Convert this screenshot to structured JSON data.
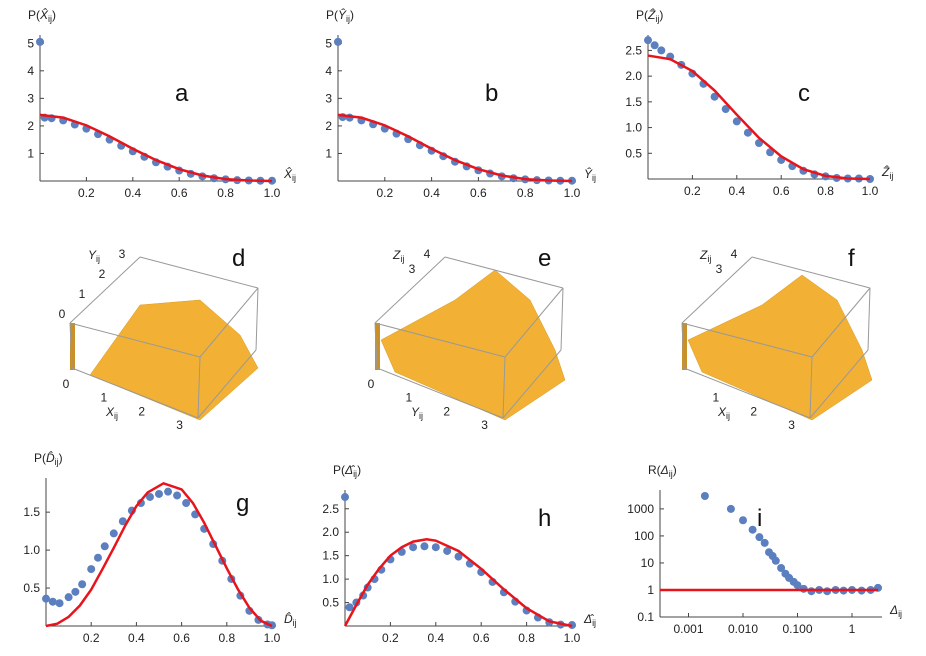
{
  "panels": [
    {
      "letter": "a"
    },
    {
      "letter": "b"
    },
    {
      "letter": "c"
    },
    {
      "letter": "d"
    },
    {
      "letter": "e"
    },
    {
      "letter": "f"
    },
    {
      "letter": "g"
    },
    {
      "letter": "h"
    },
    {
      "letter": "i"
    }
  ],
  "colors": {
    "points": "#5b7fbf",
    "fit": "#e8141c",
    "bars": "#f2b134",
    "axis": "#444"
  },
  "chart_data": [
    {
      "id": "a",
      "type": "scatter",
      "ylabel": {
        "pre": "P(",
        "sym": "X̂",
        "sub": "ij",
        "post": ")"
      },
      "xlabel": {
        "sym": "X̂",
        "sub": "ij"
      },
      "xlim": [
        0,
        1
      ],
      "ylim": [
        0,
        5.3
      ],
      "xticks": [
        "0.2",
        "0.4",
        "0.6",
        "0.8",
        "1.0"
      ],
      "yticks": [
        "1",
        "2",
        "3",
        "4",
        "5"
      ],
      "points": [
        [
          0,
          5.05
        ],
        [
          0.02,
          2.3
        ],
        [
          0.05,
          2.28
        ],
        [
          0.1,
          2.2
        ],
        [
          0.15,
          2.05
        ],
        [
          0.2,
          1.9
        ],
        [
          0.25,
          1.7
        ],
        [
          0.3,
          1.5
        ],
        [
          0.35,
          1.28
        ],
        [
          0.4,
          1.08
        ],
        [
          0.45,
          0.88
        ],
        [
          0.5,
          0.68
        ],
        [
          0.55,
          0.52
        ],
        [
          0.6,
          0.38
        ],
        [
          0.65,
          0.26
        ],
        [
          0.7,
          0.17
        ],
        [
          0.75,
          0.1
        ],
        [
          0.8,
          0.06
        ],
        [
          0.85,
          0.03
        ],
        [
          0.9,
          0.02
        ],
        [
          0.95,
          0.01
        ],
        [
          1.0,
          0.01
        ]
      ],
      "fit": [
        [
          0,
          2.4
        ],
        [
          0.1,
          2.3
        ],
        [
          0.2,
          2.02
        ],
        [
          0.3,
          1.62
        ],
        [
          0.4,
          1.17
        ],
        [
          0.5,
          0.76
        ],
        [
          0.6,
          0.43
        ],
        [
          0.7,
          0.2
        ],
        [
          0.8,
          0.07
        ],
        [
          0.9,
          0.02
        ],
        [
          1.0,
          0
        ]
      ]
    },
    {
      "id": "b",
      "type": "scatter",
      "ylabel": {
        "pre": "P(",
        "sym": "Ŷ",
        "sub": "ij",
        "post": ")"
      },
      "xlabel": {
        "sym": "Ŷ",
        "sub": "ij"
      },
      "xlim": [
        0,
        1
      ],
      "ylim": [
        0,
        5.3
      ],
      "xticks": [
        "0.2",
        "0.4",
        "0.6",
        "0.8",
        "1.0"
      ],
      "yticks": [
        "1",
        "2",
        "3",
        "4",
        "5"
      ],
      "points": [
        [
          0,
          5.05
        ],
        [
          0.02,
          2.32
        ],
        [
          0.05,
          2.3
        ],
        [
          0.1,
          2.2
        ],
        [
          0.15,
          2.06
        ],
        [
          0.2,
          1.9
        ],
        [
          0.25,
          1.72
        ],
        [
          0.3,
          1.52
        ],
        [
          0.35,
          1.3
        ],
        [
          0.4,
          1.1
        ],
        [
          0.45,
          0.9
        ],
        [
          0.5,
          0.7
        ],
        [
          0.55,
          0.53
        ],
        [
          0.6,
          0.39
        ],
        [
          0.65,
          0.27
        ],
        [
          0.7,
          0.17
        ],
        [
          0.75,
          0.1
        ],
        [
          0.8,
          0.06
        ],
        [
          0.85,
          0.03
        ],
        [
          0.9,
          0.02
        ],
        [
          0.95,
          0.01
        ],
        [
          1.0,
          0.01
        ]
      ],
      "fit": [
        [
          0,
          2.4
        ],
        [
          0.1,
          2.3
        ],
        [
          0.2,
          2.02
        ],
        [
          0.3,
          1.62
        ],
        [
          0.4,
          1.17
        ],
        [
          0.5,
          0.76
        ],
        [
          0.6,
          0.43
        ],
        [
          0.7,
          0.2
        ],
        [
          0.8,
          0.07
        ],
        [
          0.9,
          0.02
        ],
        [
          1.0,
          0
        ]
      ]
    },
    {
      "id": "c",
      "type": "scatter",
      "ylabel": {
        "pre": "P(",
        "sym": "Ẑ",
        "sub": "ij",
        "post": ")"
      },
      "xlabel": {
        "sym": "Ẑ",
        "sub": "ij"
      },
      "xlim": [
        0,
        1
      ],
      "ylim": [
        0,
        2.8
      ],
      "xticks": [
        "0.2",
        "0.4",
        "0.6",
        "0.8",
        "1.0"
      ],
      "yticks": [
        "0.5",
        "1.0",
        "1.5",
        "2.0",
        "2.5"
      ],
      "points": [
        [
          0,
          2.7
        ],
        [
          0.03,
          2.6
        ],
        [
          0.06,
          2.5
        ],
        [
          0.1,
          2.38
        ],
        [
          0.15,
          2.22
        ],
        [
          0.2,
          2.05
        ],
        [
          0.25,
          1.85
        ],
        [
          0.3,
          1.6
        ],
        [
          0.35,
          1.36
        ],
        [
          0.4,
          1.12
        ],
        [
          0.45,
          0.9
        ],
        [
          0.5,
          0.7
        ],
        [
          0.55,
          0.52
        ],
        [
          0.6,
          0.37
        ],
        [
          0.65,
          0.25
        ],
        [
          0.7,
          0.16
        ],
        [
          0.75,
          0.09
        ],
        [
          0.8,
          0.05
        ],
        [
          0.85,
          0.02
        ],
        [
          0.9,
          0.01
        ],
        [
          0.95,
          0.01
        ],
        [
          1.0,
          0
        ]
      ],
      "fit": [
        [
          0,
          2.4
        ],
        [
          0.1,
          2.33
        ],
        [
          0.2,
          2.1
        ],
        [
          0.3,
          1.72
        ],
        [
          0.4,
          1.25
        ],
        [
          0.5,
          0.8
        ],
        [
          0.6,
          0.44
        ],
        [
          0.7,
          0.19
        ],
        [
          0.8,
          0.06
        ],
        [
          0.9,
          0.01
        ],
        [
          1.0,
          0
        ]
      ]
    },
    {
      "id": "d",
      "type": "bar3d",
      "axes": [
        {
          "sym": "Y",
          "sub": "ij",
          "ticks": [
            "0",
            "1",
            "2",
            "3"
          ]
        },
        {
          "sym": "X",
          "sub": "ij",
          "ticks": [
            "0",
            "1",
            "2",
            "3"
          ]
        }
      ]
    },
    {
      "id": "e",
      "type": "bar3d",
      "axes": [
        {
          "sym": "Z",
          "sub": "ij",
          "ticks": [
            "3",
            "4"
          ]
        },
        {
          "sym": "Y",
          "sub": "ij",
          "ticks": [
            "0",
            "1",
            "2",
            "3"
          ]
        }
      ]
    },
    {
      "id": "f",
      "type": "bar3d",
      "axes": [
        {
          "sym": "Z",
          "sub": "ij",
          "ticks": [
            "3",
            "4"
          ]
        },
        {
          "sym": "X",
          "sub": "ij",
          "ticks": [
            "1",
            "2",
            "3"
          ]
        }
      ]
    },
    {
      "id": "g",
      "type": "scatter",
      "ylabel": {
        "pre": "P(",
        "sym": "D̂",
        "sub": "ij",
        "post": ")"
      },
      "xlabel": {
        "sym": "D̂",
        "sub": "ij"
      },
      "xlim": [
        0,
        1
      ],
      "ylim": [
        0,
        1.95
      ],
      "xticks": [
        "0.2",
        "0.4",
        "0.6",
        "0.8",
        "1.0"
      ],
      "yticks": [
        "0.5",
        "1.0",
        "1.5"
      ],
      "points": [
        [
          0,
          0.36
        ],
        [
          0.03,
          0.32
        ],
        [
          0.06,
          0.3
        ],
        [
          0.1,
          0.38
        ],
        [
          0.13,
          0.45
        ],
        [
          0.16,
          0.55
        ],
        [
          0.2,
          0.75
        ],
        [
          0.23,
          0.9
        ],
        [
          0.26,
          1.05
        ],
        [
          0.3,
          1.22
        ],
        [
          0.34,
          1.38
        ],
        [
          0.38,
          1.52
        ],
        [
          0.42,
          1.62
        ],
        [
          0.46,
          1.7
        ],
        [
          0.5,
          1.74
        ],
        [
          0.54,
          1.77
        ],
        [
          0.58,
          1.72
        ],
        [
          0.62,
          1.62
        ],
        [
          0.66,
          1.47
        ],
        [
          0.7,
          1.28
        ],
        [
          0.74,
          1.08
        ],
        [
          0.78,
          0.86
        ],
        [
          0.82,
          0.62
        ],
        [
          0.86,
          0.4
        ],
        [
          0.9,
          0.2
        ],
        [
          0.94,
          0.08
        ],
        [
          0.98,
          0.02
        ],
        [
          1.0,
          0.01
        ]
      ],
      "fit": [
        [
          0,
          0
        ],
        [
          0.05,
          0.03
        ],
        [
          0.1,
          0.12
        ],
        [
          0.15,
          0.27
        ],
        [
          0.2,
          0.48
        ],
        [
          0.25,
          0.75
        ],
        [
          0.3,
          1.03
        ],
        [
          0.35,
          1.32
        ],
        [
          0.4,
          1.58
        ],
        [
          0.45,
          1.76
        ],
        [
          0.52,
          1.88
        ],
        [
          0.6,
          1.8
        ],
        [
          0.65,
          1.62
        ],
        [
          0.7,
          1.36
        ],
        [
          0.75,
          1.06
        ],
        [
          0.8,
          0.76
        ],
        [
          0.85,
          0.48
        ],
        [
          0.9,
          0.24
        ],
        [
          0.95,
          0.07
        ],
        [
          1.0,
          0
        ]
      ]
    },
    {
      "id": "h",
      "type": "scatter",
      "ylabel": {
        "pre": "P(",
        "sym": "Δ̂",
        "sub": "ij",
        "post": ")"
      },
      "xlabel": {
        "sym": "Δ̂",
        "sub": "ij"
      },
      "xlim": [
        0,
        1
      ],
      "ylim": [
        0,
        2.9
      ],
      "xticks": [
        "0.2",
        "0.4",
        "0.6",
        "0.8",
        "1.0"
      ],
      "yticks": [
        "0.5",
        "1.0",
        "1.5",
        "2.0",
        "2.5"
      ],
      "points": [
        [
          0,
          2.75
        ],
        [
          0.02,
          0.4
        ],
        [
          0.05,
          0.5
        ],
        [
          0.08,
          0.65
        ],
        [
          0.1,
          0.82
        ],
        [
          0.13,
          1.0
        ],
        [
          0.16,
          1.2
        ],
        [
          0.2,
          1.42
        ],
        [
          0.25,
          1.58
        ],
        [
          0.3,
          1.68
        ],
        [
          0.35,
          1.7
        ],
        [
          0.4,
          1.68
        ],
        [
          0.45,
          1.6
        ],
        [
          0.5,
          1.48
        ],
        [
          0.55,
          1.33
        ],
        [
          0.6,
          1.15
        ],
        [
          0.65,
          0.94
        ],
        [
          0.7,
          0.72
        ],
        [
          0.75,
          0.52
        ],
        [
          0.8,
          0.33
        ],
        [
          0.85,
          0.18
        ],
        [
          0.9,
          0.08
        ],
        [
          0.95,
          0.03
        ],
        [
          1.0,
          0.02
        ]
      ],
      "fit": [
        [
          0,
          0
        ],
        [
          0.05,
          0.45
        ],
        [
          0.1,
          0.88
        ],
        [
          0.15,
          1.22
        ],
        [
          0.2,
          1.5
        ],
        [
          0.25,
          1.68
        ],
        [
          0.3,
          1.8
        ],
        [
          0.36,
          1.85
        ],
        [
          0.4,
          1.82
        ],
        [
          0.5,
          1.6
        ],
        [
          0.6,
          1.22
        ],
        [
          0.7,
          0.78
        ],
        [
          0.8,
          0.38
        ],
        [
          0.9,
          0.1
        ],
        [
          1.0,
          0
        ]
      ]
    },
    {
      "id": "i",
      "type": "scatter",
      "log": true,
      "ylabel": {
        "pre": "R(",
        "sym": "Δ",
        "sub": "ij",
        "post": ")"
      },
      "xlabel": {
        "sym": "Δ",
        "sub": "ij"
      },
      "xlim": [
        0.0003,
        3
      ],
      "ylim": [
        0.1,
        5000
      ],
      "xticks": [
        "0.001",
        "0.010",
        "0.100",
        "1"
      ],
      "yticks": [
        "0.1",
        "1",
        "10",
        "100",
        "1000"
      ],
      "points": [
        [
          0.002,
          3000
        ],
        [
          0.006,
          1000
        ],
        [
          0.01,
          380
        ],
        [
          0.015,
          170
        ],
        [
          0.02,
          90
        ],
        [
          0.025,
          55
        ],
        [
          0.03,
          25
        ],
        [
          0.035,
          18
        ],
        [
          0.04,
          12
        ],
        [
          0.05,
          6.5
        ],
        [
          0.06,
          4
        ],
        [
          0.07,
          2.8
        ],
        [
          0.085,
          2
        ],
        [
          0.1,
          1.5
        ],
        [
          0.13,
          1.1
        ],
        [
          0.18,
          0.9
        ],
        [
          0.25,
          1
        ],
        [
          0.35,
          0.9
        ],
        [
          0.5,
          1
        ],
        [
          0.7,
          0.95
        ],
        [
          1,
          1
        ],
        [
          1.5,
          0.95
        ],
        [
          2.2,
          1
        ],
        [
          3,
          1.2
        ]
      ],
      "fit": [
        [
          0.0003,
          1
        ],
        [
          3,
          1
        ]
      ]
    }
  ]
}
